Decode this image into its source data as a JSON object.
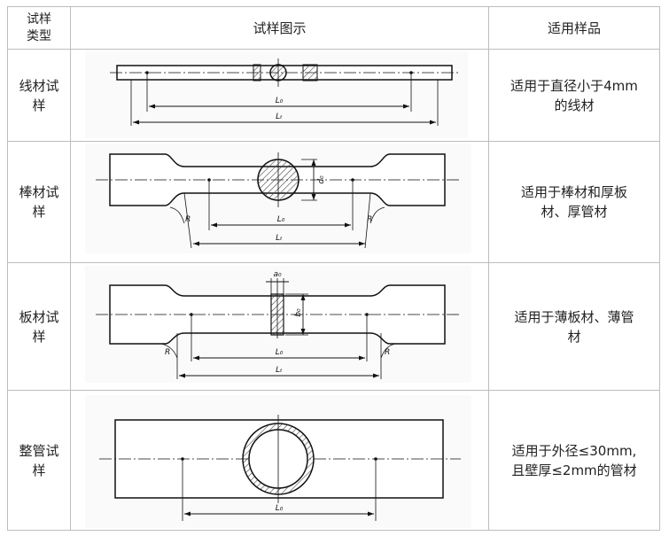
{
  "header": {
    "type": "试样\n类型",
    "figure": "试样图示",
    "applicable": "适用样品"
  },
  "rows": [
    {
      "type": "线材试\n样",
      "applicable": "适用于直径小于4mm\n的线材",
      "labels": [
        "L₀",
        "Lₜ"
      ]
    },
    {
      "type": "棒材试\n样",
      "applicable": "适用于棒材和厚板\n材、厚管材",
      "labels": [
        "L₀",
        "Lₜ",
        "R",
        "R",
        "d₀"
      ]
    },
    {
      "type": "板材试\n样",
      "applicable": "适用于薄板材、薄管\n材",
      "labels": [
        "L₀",
        "Lₜ",
        "R",
        "R",
        "a₀",
        "b₀"
      ]
    },
    {
      "type": "整管试\n样",
      "applicable": "适用于外径≤30mm,\n且壁厚≤2mm的管材",
      "labels": [
        "L₀"
      ]
    }
  ],
  "colors": {
    "border": "#bdbdbd",
    "text": "#222222",
    "drawing": "#111111",
    "hatch": "#444444"
  }
}
